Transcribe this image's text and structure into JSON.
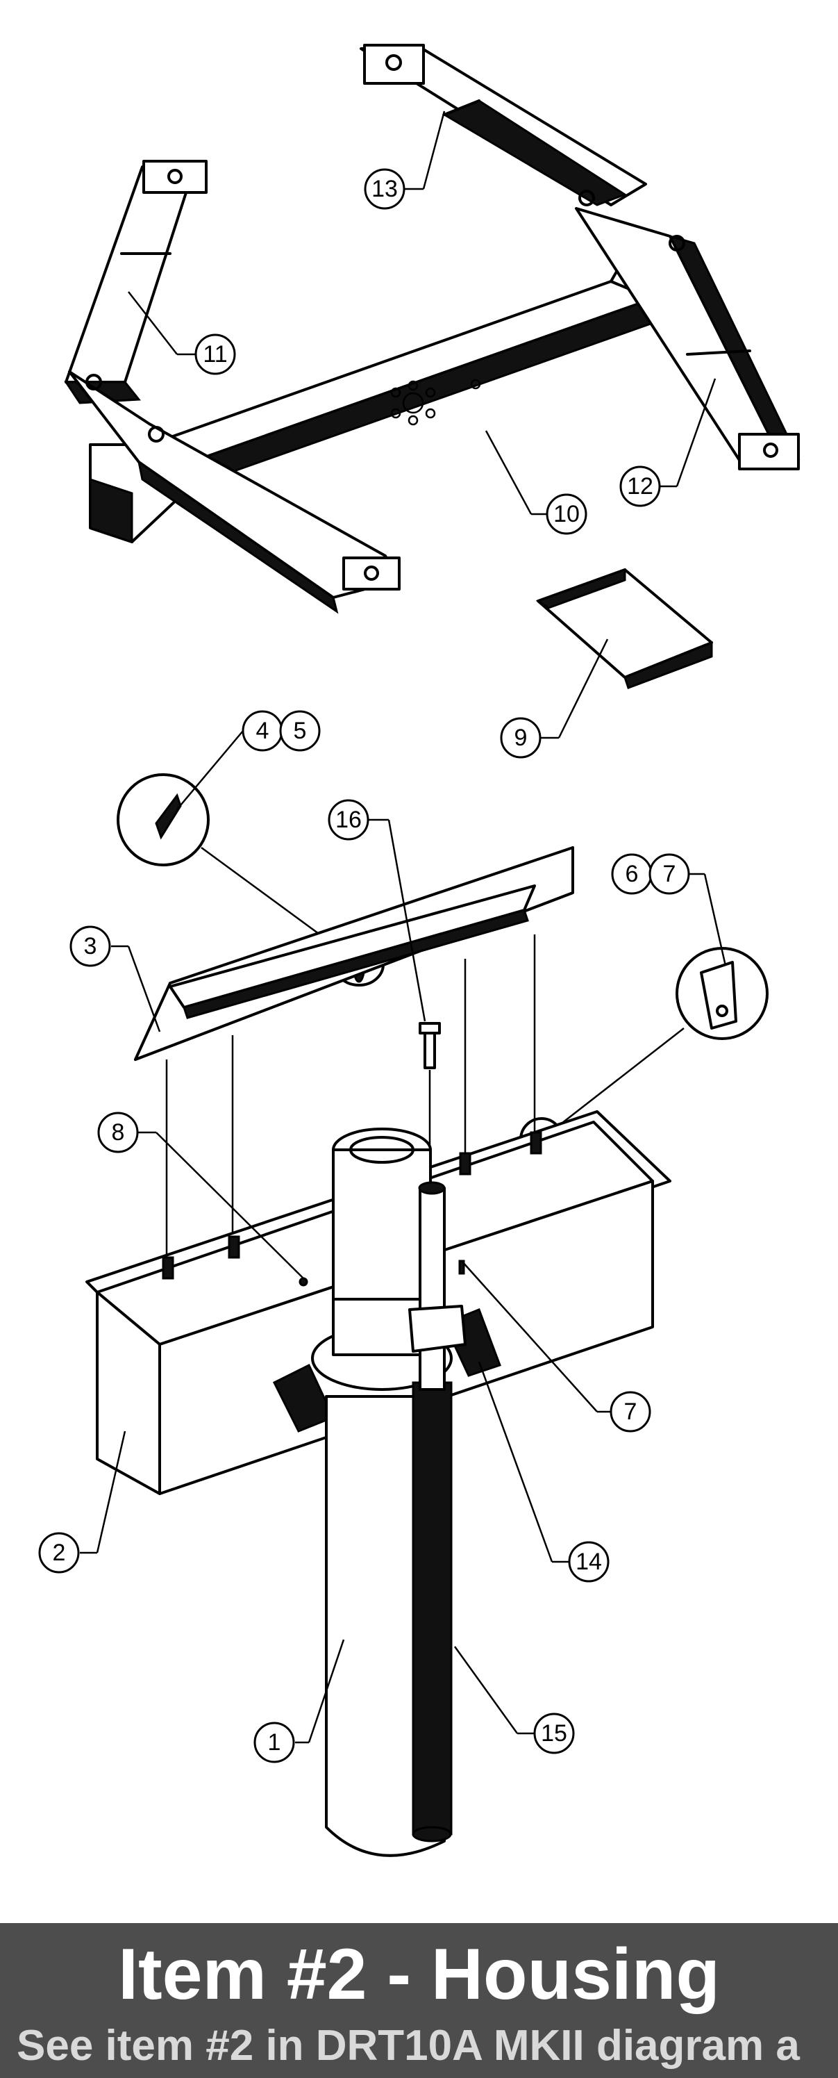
{
  "callouts": [
    {
      "id": "1",
      "text": "1"
    },
    {
      "id": "2",
      "text": "2"
    },
    {
      "id": "3",
      "text": "3"
    },
    {
      "id": "4",
      "text": "4"
    },
    {
      "id": "5",
      "text": "5"
    },
    {
      "id": "6",
      "text": "6"
    },
    {
      "id": "7",
      "text": "7"
    },
    {
      "id": "7b",
      "text": "7"
    },
    {
      "id": "8",
      "text": "8"
    },
    {
      "id": "9",
      "text": "9"
    },
    {
      "id": "10",
      "text": "10"
    },
    {
      "id": "11",
      "text": "11"
    },
    {
      "id": "12",
      "text": "12"
    },
    {
      "id": "13",
      "text": "13"
    },
    {
      "id": "14",
      "text": "14"
    },
    {
      "id": "15",
      "text": "15"
    },
    {
      "id": "16",
      "text": "16"
    }
  ],
  "footer": {
    "title": "Item #2 - Housing",
    "subtitle": "See item #2 in DRT10A MKII diagram a",
    "background": "#4d4d4d"
  }
}
